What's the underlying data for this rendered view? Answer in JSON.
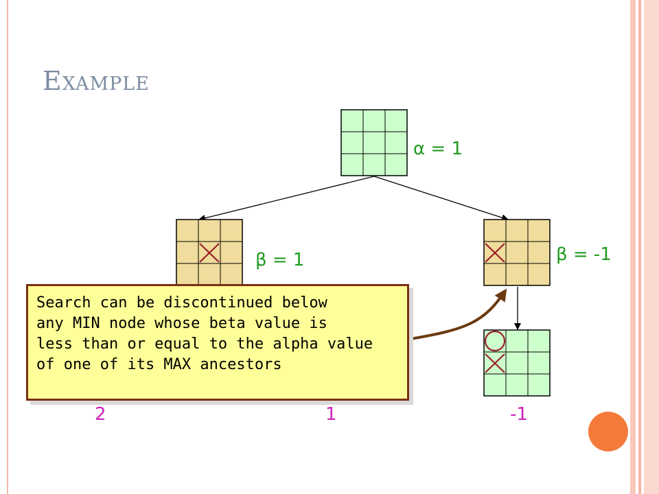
{
  "slide": {
    "title": "Example",
    "root_label": "α = 1",
    "left_min_label": "β = 1",
    "right_min_label": "β = -1",
    "leaf_values": [
      "2",
      "1",
      "-1"
    ],
    "callout_lines": [
      "Search can be discontinued below",
      "any MIN node whose beta value is",
      "less than or equal to the alpha value",
      "of one of its MAX ancestors"
    ]
  },
  "colors": {
    "grid_fill_green": "#ccffcc",
    "grid_fill_tan": "#f0dc9c",
    "label_green": "#1f9a1f",
    "leaf_magenta": "#cc22bb",
    "mark_red": "#9a1f2a",
    "arrow_brown": "#6b3a10",
    "callout_fill": "#ffff99",
    "accent_orange": "#f47a3a"
  },
  "icons": [
    "x-mark-icon",
    "o-mark-icon"
  ]
}
